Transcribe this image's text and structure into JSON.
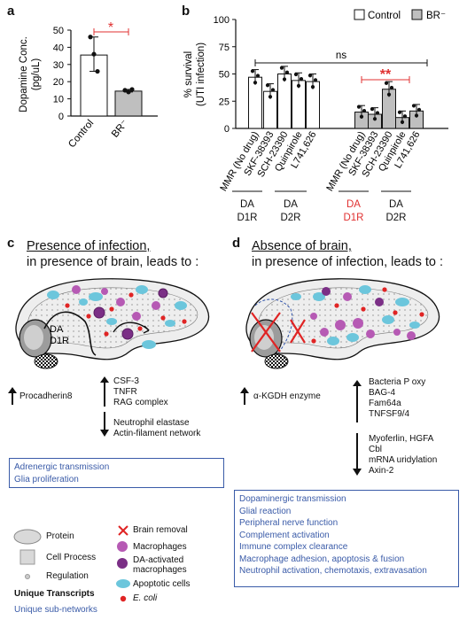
{
  "panels": {
    "a": "a",
    "b": "b",
    "c": "c",
    "d": "d"
  },
  "panel_a": {
    "ylabel_line1": "Dopamine Conc.",
    "ylabel_line2": "(pg/uL)",
    "y_ticks": [
      "0",
      "10",
      "20",
      "30",
      "40",
      "50"
    ],
    "categories": [
      "Control",
      "BR⁻"
    ],
    "sig": "*",
    "colors": {
      "control": "#ffffff",
      "br": "#bfbfbf",
      "sig": "#e03030"
    }
  },
  "panel_b": {
    "ylabel_line1": "% survival",
    "ylabel_line2": "(UTI infection)",
    "y_ticks": [
      "0",
      "25",
      "50",
      "75",
      "100"
    ],
    "legend_control": "Control",
    "legend_br": "BR⁻",
    "ns": "ns",
    "sig": "**",
    "drugs": [
      "MMR (No drug)",
      "SKF-38393",
      "SCH-23390",
      "Quinpirole",
      "L741,626",
      "MMR (No drug)",
      "SKF-38393",
      "SCH-23390",
      "Quinpirole",
      "L741,626"
    ],
    "groups": [
      {
        "line1": "DA",
        "line2": "D1R",
        "color": "#111111"
      },
      {
        "line1": "DA",
        "line2": "D2R",
        "color": "#111111"
      },
      {
        "line1": "DA",
        "line2": "D1R",
        "color": "#e03030"
      },
      {
        "line1": "DA",
        "line2": "D2R",
        "color": "#111111"
      }
    ]
  },
  "chart_data": [
    {
      "type": "bar",
      "categories": [
        "Control",
        "BR⁻"
      ],
      "values": [
        35.5,
        14.5
      ],
      "points": [
        [
          46,
          36,
          26
        ],
        [
          15,
          14,
          15.5
        ]
      ],
      "ylabel": "Dopamine Conc. (pg/uL)",
      "ylim": [
        0,
        50
      ]
    },
    {
      "type": "bar",
      "categories": [
        "MMR (No drug)",
        "SKF-38393",
        "SCH-23390",
        "Quinpirole",
        "L741,626"
      ],
      "series": [
        {
          "name": "Control",
          "values": [
            47,
            34,
            50,
            44,
            43
          ]
        },
        {
          "name": "BR⁻",
          "values": [
            15,
            13,
            36,
            10,
            16
          ]
        }
      ],
      "ylabel": "% survival (UTI infection)",
      "ylim": [
        0,
        100
      ]
    }
  ],
  "panel_c": {
    "title_underlined": "Presence of infection,",
    "title_line2": "in presence of brain, leads to :",
    "brain_label_1": "DA",
    "brain_label_2": "D1R",
    "up_left": [
      "Procadherin8"
    ],
    "up_right": [
      "CSF-3",
      "TNFR",
      "RAG complex"
    ],
    "down": [
      "Neutrophil elastase",
      "Actin-filament network"
    ],
    "networks": [
      "Adrenergic transmission",
      "Glia proliferation"
    ]
  },
  "panel_d": {
    "title_underlined": "Absence of brain,",
    "title_line2": "in presence of infection, leads to :",
    "up_left": [
      "α-KGDH enzyme"
    ],
    "up_right": [
      "Bacteria P oxy",
      "BAG-4",
      "Fam64a",
      "TNFSF9/4"
    ],
    "down": [
      "Myoferlin, HGFA",
      "Cbl",
      "mRNA uridylation",
      "Axin-2"
    ],
    "networks": [
      "Dopaminergic transmission",
      "Glial reaction",
      "Peripheral nerve function",
      "Complement activation",
      "Immune complex clearance",
      "Macrophage adhesion, apoptosis & fusion",
      "Neutrophil activation, chemotaxis, extravasation"
    ]
  },
  "legend": {
    "protein": "Protein",
    "cell_process": "Cell Process",
    "regulation": "Regulation",
    "unique_transcripts": "Unique Transcripts",
    "unique_subnetworks": "Unique sub-networks",
    "brain_removal": "Brain removal",
    "macrophages": "Macrophages",
    "da_macrophages_1": "DA-activated",
    "da_macrophages_2": "macrophages",
    "apoptotic": "Apoptotic cells",
    "ecoli": "E. coli"
  }
}
